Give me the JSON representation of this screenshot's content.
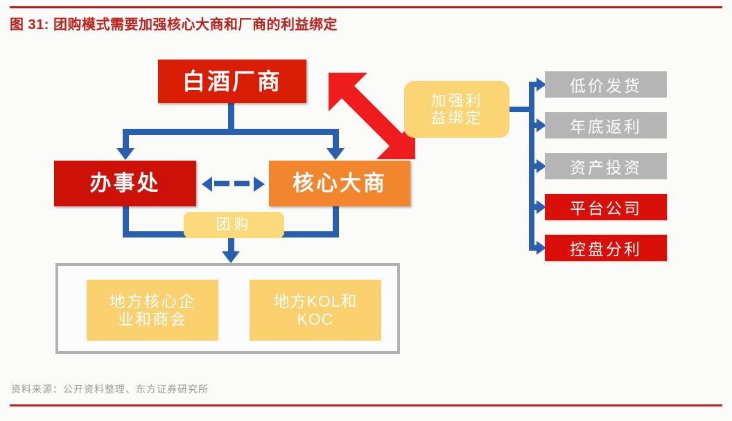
{
  "figure": {
    "label": "图 31:",
    "title": "图 31: 团购模式需要加强核心大商和厂商的利益绑定",
    "accent_color": "#c0201a",
    "source_note": "资料来源：公开资料整理、东方证券研究所"
  },
  "diagram": {
    "type": "flowchart",
    "nodes": {
      "factory": "白酒厂商",
      "office": "办事处",
      "core_distributor": "核心大商",
      "group_buying": "团购",
      "binding_line1": "加强利",
      "binding_line2": "益绑定",
      "local_core_line1": "地方核心企",
      "local_core_line2": "业和商会",
      "local_kol_line1": "地方KOL和",
      "local_kol_line2": "KOC"
    },
    "measures": [
      {
        "label": "低价发货",
        "style": "gray"
      },
      {
        "label": "年底返利",
        "style": "gray"
      },
      {
        "label": "资产投资",
        "style": "gray"
      },
      {
        "label": "平台公司",
        "style": "red"
      },
      {
        "label": "控盘分利",
        "style": "red"
      }
    ],
    "colors": {
      "factory_red": "#d81f06",
      "office_red": "#cc1208",
      "distributor_orange": "#f2862f",
      "yellow": "#fbd473",
      "gray_box": "#b5b5b5",
      "red_box": "#d9100a",
      "connector_blue": "#2a5fb0",
      "emphasis_arrow_red": "#ee1c1c",
      "panel_border_gray": "#b1b1b1"
    }
  }
}
